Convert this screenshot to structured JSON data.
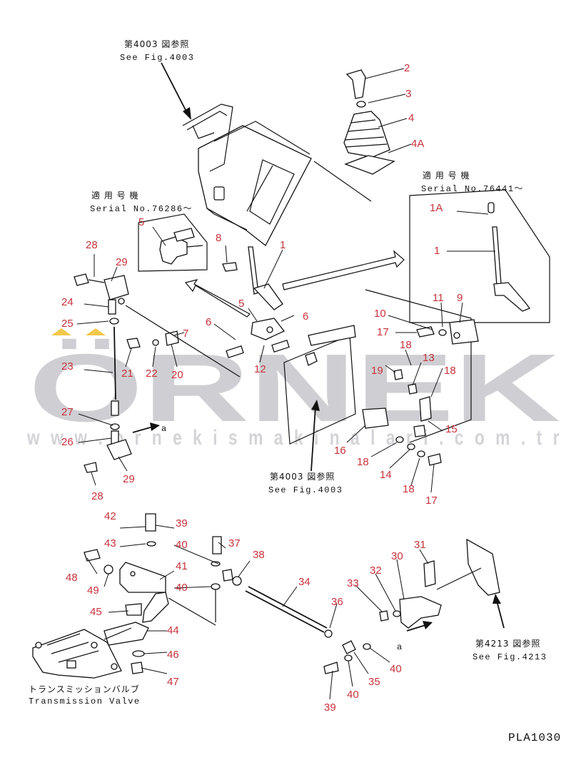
{
  "watermark": {
    "brand": "ÖRNEK",
    "url": "w w w . o r n e k i s m a k i n a l a r i . c o m . t r"
  },
  "refs": {
    "top_jp": "第4003 図参照",
    "top_en": "See Fig.4003",
    "mid_jp": "第4003 図参照",
    "mid_en": "See Fig.4003",
    "right_jp": "第4213 図参照",
    "right_en": "See Fig.4213"
  },
  "serials": {
    "left_jp": "適 用 号 機",
    "left_en": "Serial No.76286～",
    "right_jp": "適 用 号 機",
    "right_en": "Serial No.76441～"
  },
  "valve": {
    "jp": "トランスミッションバルブ",
    "en": "Transmission Valve"
  },
  "arrow_labels": {
    "a1": "a",
    "a2": "a"
  },
  "drawing_code": "PLA1030",
  "callouts": [
    {
      "n": "2"
    },
    {
      "n": "3"
    },
    {
      "n": "4"
    },
    {
      "n": "4A"
    },
    {
      "n": "1A"
    },
    {
      "n": "1"
    },
    {
      "n": "5"
    },
    {
      "n": "8"
    },
    {
      "n": "1"
    },
    {
      "n": "28"
    },
    {
      "n": "29"
    },
    {
      "n": "24"
    },
    {
      "n": "25"
    },
    {
      "n": "7"
    },
    {
      "n": "6"
    },
    {
      "n": "5"
    },
    {
      "n": "6"
    },
    {
      "n": "10"
    },
    {
      "n": "11"
    },
    {
      "n": "9"
    },
    {
      "n": "17"
    },
    {
      "n": "18"
    },
    {
      "n": "13"
    },
    {
      "n": "19"
    },
    {
      "n": "18"
    },
    {
      "n": "23"
    },
    {
      "n": "21"
    },
    {
      "n": "22"
    },
    {
      "n": "20"
    },
    {
      "n": "12"
    },
    {
      "n": "27"
    },
    {
      "n": "26"
    },
    {
      "n": "28"
    },
    {
      "n": "29"
    },
    {
      "n": "16"
    },
    {
      "n": "15"
    },
    {
      "n": "18"
    },
    {
      "n": "14"
    },
    {
      "n": "18"
    },
    {
      "n": "17"
    },
    {
      "n": "42"
    },
    {
      "n": "39"
    },
    {
      "n": "43"
    },
    {
      "n": "40"
    },
    {
      "n": "37"
    },
    {
      "n": "38"
    },
    {
      "n": "41"
    },
    {
      "n": "48"
    },
    {
      "n": "49"
    },
    {
      "n": "40"
    },
    {
      "n": "34"
    },
    {
      "n": "31"
    },
    {
      "n": "30"
    },
    {
      "n": "32"
    },
    {
      "n": "33"
    },
    {
      "n": "36"
    },
    {
      "n": "45"
    },
    {
      "n": "44"
    },
    {
      "n": "46"
    },
    {
      "n": "47"
    },
    {
      "n": "35"
    },
    {
      "n": "40"
    },
    {
      "n": "40"
    },
    {
      "n": "39"
    }
  ]
}
